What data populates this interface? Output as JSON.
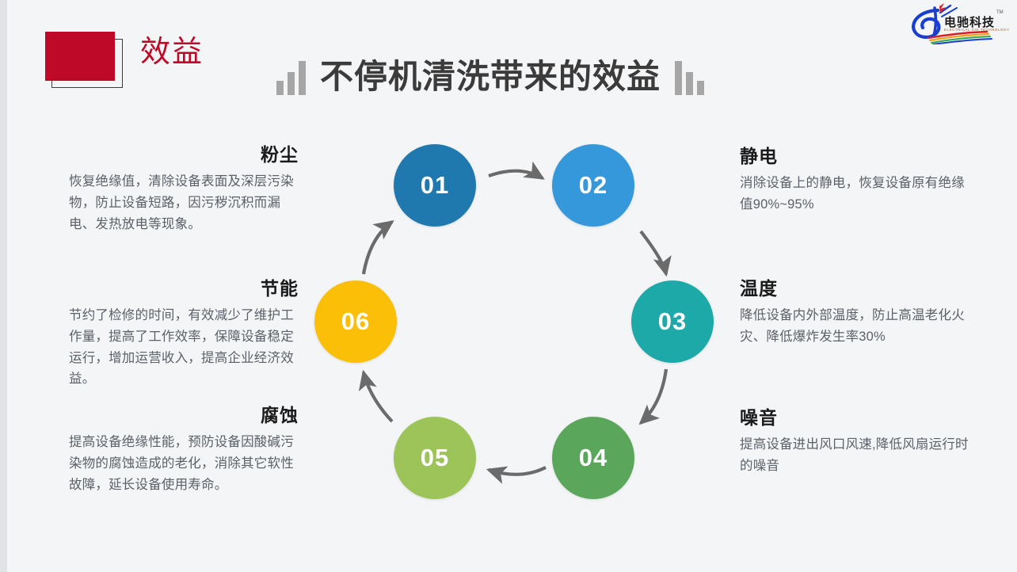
{
  "header": {
    "tag_label": "效益",
    "tag_color": "#be0a28",
    "title": "不停机清洗带来的效益",
    "decoration_left": "bar-chart-ascending",
    "decoration_right": "bar-chart-descending"
  },
  "logo": {
    "cn_name": "电驰科技",
    "en_name": "ELECTRICAL CHI TECHNOLOGY",
    "trademark": "TM",
    "mark_color": "#1a3fd0"
  },
  "diagram": {
    "type": "cycle",
    "nodes": [
      {
        "number": "01",
        "color": "#1f79af",
        "topic": "粉尘"
      },
      {
        "number": "02",
        "color": "#3498db",
        "topic": "静电"
      },
      {
        "number": "03",
        "color": "#1ca9a7",
        "topic": "温度"
      },
      {
        "number": "04",
        "color": "#5aa75c",
        "topic": "噪音"
      },
      {
        "number": "05",
        "color": "#9cc459",
        "topic": "腐蚀"
      },
      {
        "number": "06",
        "color": "#fcbf08",
        "topic": "节能"
      }
    ],
    "arrow_color": "#6b6b6b"
  },
  "blocks": {
    "dust": {
      "title": "粉尘",
      "text": "恢复绝缘值，清除设备表面及深层污染物，防止设备短路，因污秽沉积而漏电、发热放电等现象。"
    },
    "energy": {
      "title": "节能",
      "text": "节约了检修的时间，有效减少了维护工作量，提高了工作效率，保障设备稳定运行，增加运营收入，提高企业经济效益。"
    },
    "corrode": {
      "title": "腐蚀",
      "text": "提高设备绝缘性能，预防设备因酸碱污染物的腐蚀造成的老化，消除其它软性故障，延长设备使用寿命。"
    },
    "static": {
      "title": "静电",
      "text": "消除设备上的静电，恢复设备原有绝缘值90%~95%"
    },
    "temp": {
      "title": "温度",
      "text": "降低设备内外部温度，防止高温老化火灾、降低爆炸发生率30%"
    },
    "noise": {
      "title": "噪音",
      "text": "提高设备进出风口风速,降低风扇运行时的噪音"
    }
  }
}
